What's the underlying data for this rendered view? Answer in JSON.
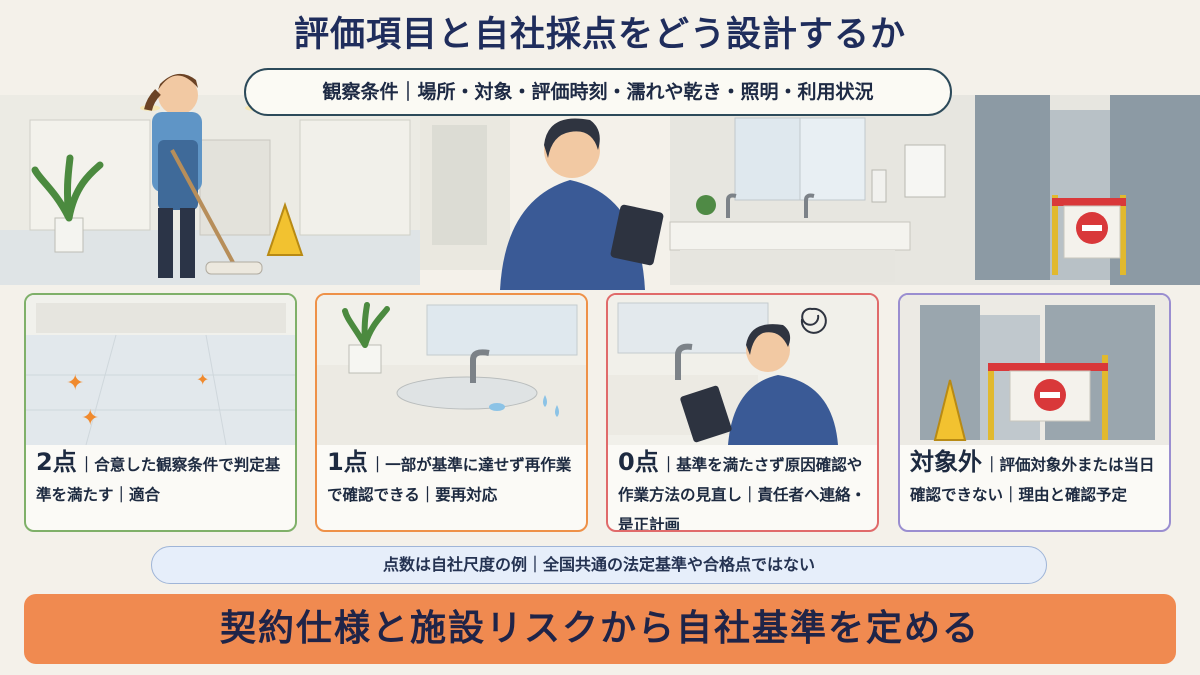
{
  "title": "評価項目と自社採点をどう設計するか",
  "observation_conditions": "観察条件｜場所・対象・評価時刻・濡れや乾き・照明・利用状況",
  "cards": [
    {
      "score": "2点",
      "description": "｜合意した観察条件で判定基準を満たす｜適合",
      "border_color": "#7fb069"
    },
    {
      "score": "1点",
      "description": "｜一部が基準に達せず再作業で確認できる｜要再対応",
      "border_color": "#ee9148"
    },
    {
      "score": "0点",
      "description": "｜基準を満たさず原因確認や作業方法の見直し｜責任者へ連絡・是正計画",
      "border_color": "#e06a6a"
    },
    {
      "score": "対象外",
      "description": "｜評価対象外または当日確認できない｜理由と確認予定",
      "border_color": "#9a8ed0"
    }
  ],
  "note": "点数は自社尺度の例｜全国共通の法定基準や合格点ではない",
  "banner": "契約仕様と施設リスクから自社基準を定める"
}
